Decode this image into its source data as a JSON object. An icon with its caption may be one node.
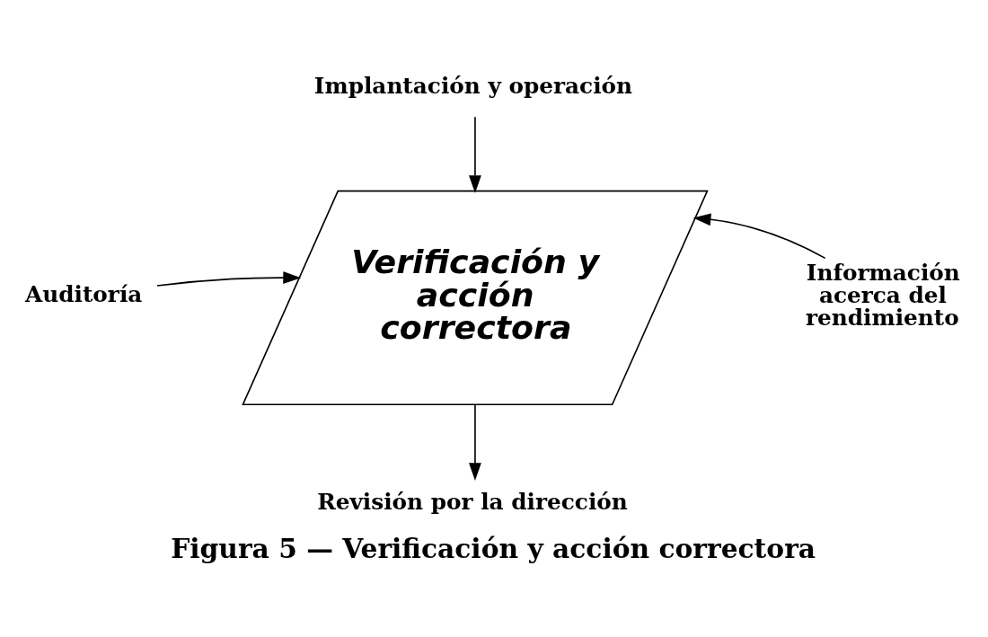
{
  "diagram": {
    "caption": "Figura 5 — Verificación y acción correctora",
    "nodes": [
      {
        "text": [
          "Implantación y operación"
        ]
      },
      {
        "text": [
          "Verificación y acción correctora"
        ]
      },
      {
        "text": [
          "Auditoría"
        ]
      },
      {
        "text": [
          "Información acerca del rendimiento"
        ]
      },
      {
        "text": [
          "Revisión por la dirección"
        ]
      }
    ],
    "edges": [
      {
        "from": 0,
        "to": 1,
        "arrow": "to"
      },
      {
        "from": 2,
        "to": 1,
        "arrow": "to"
      },
      {
        "from": 3,
        "to": 1,
        "arrow": "to"
      },
      {
        "from": 1,
        "to": 4,
        "arrow": "to"
      }
    ]
  }
}
